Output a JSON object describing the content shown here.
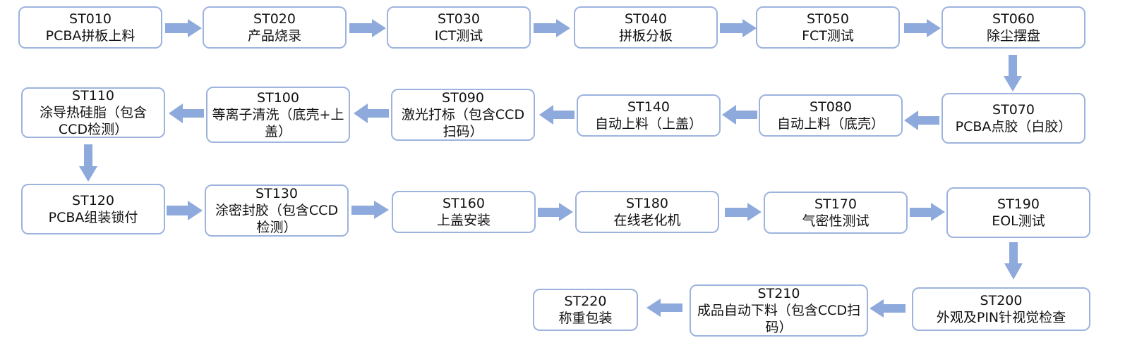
{
  "arrow_color": "#8ea9db",
  "border_color": "#9db3de",
  "steps": [
    {
      "code": "ST010",
      "name": "PCBA拼板上料"
    },
    {
      "code": "ST020",
      "name": "产品烧录"
    },
    {
      "code": "ST030",
      "name": "ICT测试"
    },
    {
      "code": "ST040",
      "name": "拼板分板"
    },
    {
      "code": "ST050",
      "name": "FCT测试"
    },
    {
      "code": "ST060",
      "name": "除尘摆盘"
    },
    {
      "code": "ST070",
      "name": "PCBA点胶（白胶）"
    },
    {
      "code": "ST080",
      "name": "自动上料（底壳）"
    },
    {
      "code": "ST140",
      "name": "自动上料（上盖）"
    },
    {
      "code": "ST090",
      "name": "激光打标（包含CCD扫码）"
    },
    {
      "code": "ST100",
      "name": "等离子清洗（底壳+上盖）"
    },
    {
      "code": "ST110",
      "name": "涂导热硅脂（包含CCD检测）"
    },
    {
      "code": "ST120",
      "name": "PCBA组装锁付"
    },
    {
      "code": "ST130",
      "name": "涂密封胶（包含CCD检测）"
    },
    {
      "code": "ST160",
      "name": "上盖安装"
    },
    {
      "code": "ST180",
      "name": "在线老化机"
    },
    {
      "code": "ST170",
      "name": "气密性测试"
    },
    {
      "code": "ST190",
      "name": "EOL测试"
    },
    {
      "code": "ST200",
      "name": "外观及PIN针视觉检查"
    },
    {
      "code": "ST210",
      "name": "成品自动下料（包含CCD扫码）"
    },
    {
      "code": "ST220",
      "name": "称重包装"
    }
  ]
}
